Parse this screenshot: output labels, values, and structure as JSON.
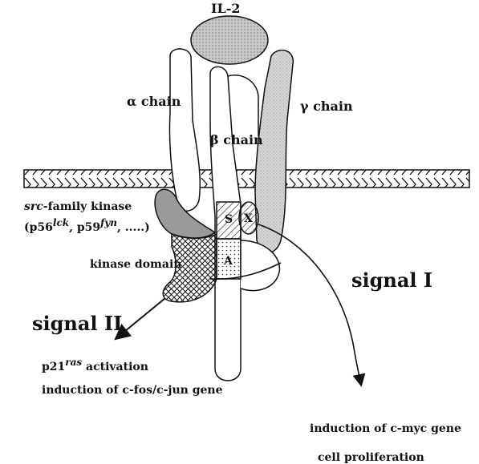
{
  "labels": {
    "il2": "IL-2",
    "alpha_chain": "α chain",
    "beta_chain": "β chain",
    "gamma_chain": "γ chain",
    "src_line1_italic": "src",
    "src_line1_rest": "-family kinase",
    "src_line2_a": "(p56",
    "src_line2_sup_a": "lck",
    "src_line2_b": ", p59",
    "src_line2_sup_b": "fyn",
    "src_line2_c": ", .....)",
    "kinase_domain": "kinase domain",
    "box_s": "S",
    "box_x": "X",
    "box_a": "A",
    "signal_1": "signal I",
    "signal_2": "signal II",
    "ras_prefix": "p21",
    "ras_sup": "ras",
    "ras_suffix": " activation",
    "fos_jun": "induction of c-fos/c-jun gene",
    "myc": "induction of c-myc gene",
    "proliferation": "cell proliferation"
  },
  "colors": {
    "line": "#111111",
    "il2_fill": "#bdbdbd",
    "gamma_fill": "#cfcfcf",
    "membrane_fill": "#ffffff",
    "kinase_top_fill": "#9a9a9a"
  }
}
